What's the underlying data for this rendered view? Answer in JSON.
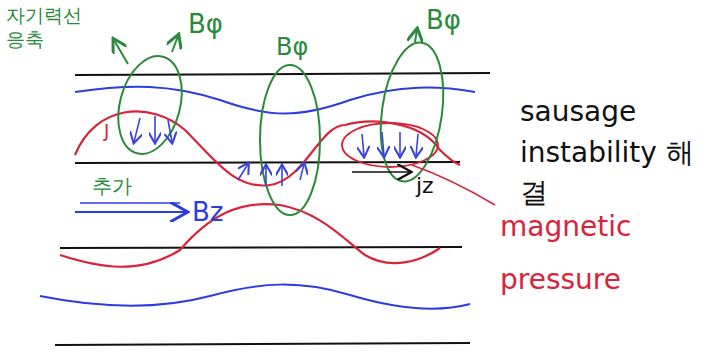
{
  "diagram": {
    "labels": [
      "자기력선 응축",
      "Bφ",
      "Bφ",
      "Bφ",
      "J",
      "추가",
      "Bz",
      "jz",
      "sausage instability 해결",
      "magnetic pressure"
    ]
  }
}
